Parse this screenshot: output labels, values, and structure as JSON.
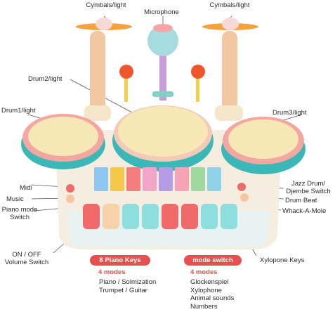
{
  "labels": {
    "cymbals_left": "Cymbals/light",
    "microphone": "Microphone",
    "cymbals_right": "Cymbals/light",
    "drum2": "Drum2/light",
    "drum1": "Drum1/light",
    "drum3": "Drum3/light",
    "midi": "Midi",
    "music": "Music",
    "piano_mode_l1": "Piano mode",
    "piano_mode_l2": "Switch",
    "jazz_l1": "Jazz Drum/",
    "jazz_l2": "Djembe Switch",
    "drum_beat": "Drum Beat",
    "whack": "Whack-A-Mole",
    "onoff_l1": "ON / OFF",
    "onoff_l2": "Volume Switch",
    "xylophone_keys": "Xylopone Keys"
  },
  "piano_box": {
    "title": "8 Piano Keys",
    "modes": "4 modes",
    "lines": [
      "Piano / Solmization",
      "Trumpet / Guitar"
    ]
  },
  "mode_box": {
    "title": "mode switch",
    "modes": "4 modes",
    "lines": [
      "Glockenspiel",
      "Xylophone",
      "Animal sounds",
      "Numbers"
    ]
  },
  "colors": {
    "accent": "#e8504f",
    "toy_teal": "#3bb7b7",
    "toy_cream": "#f4e6c8",
    "toy_pink": "#f3a7a0"
  }
}
